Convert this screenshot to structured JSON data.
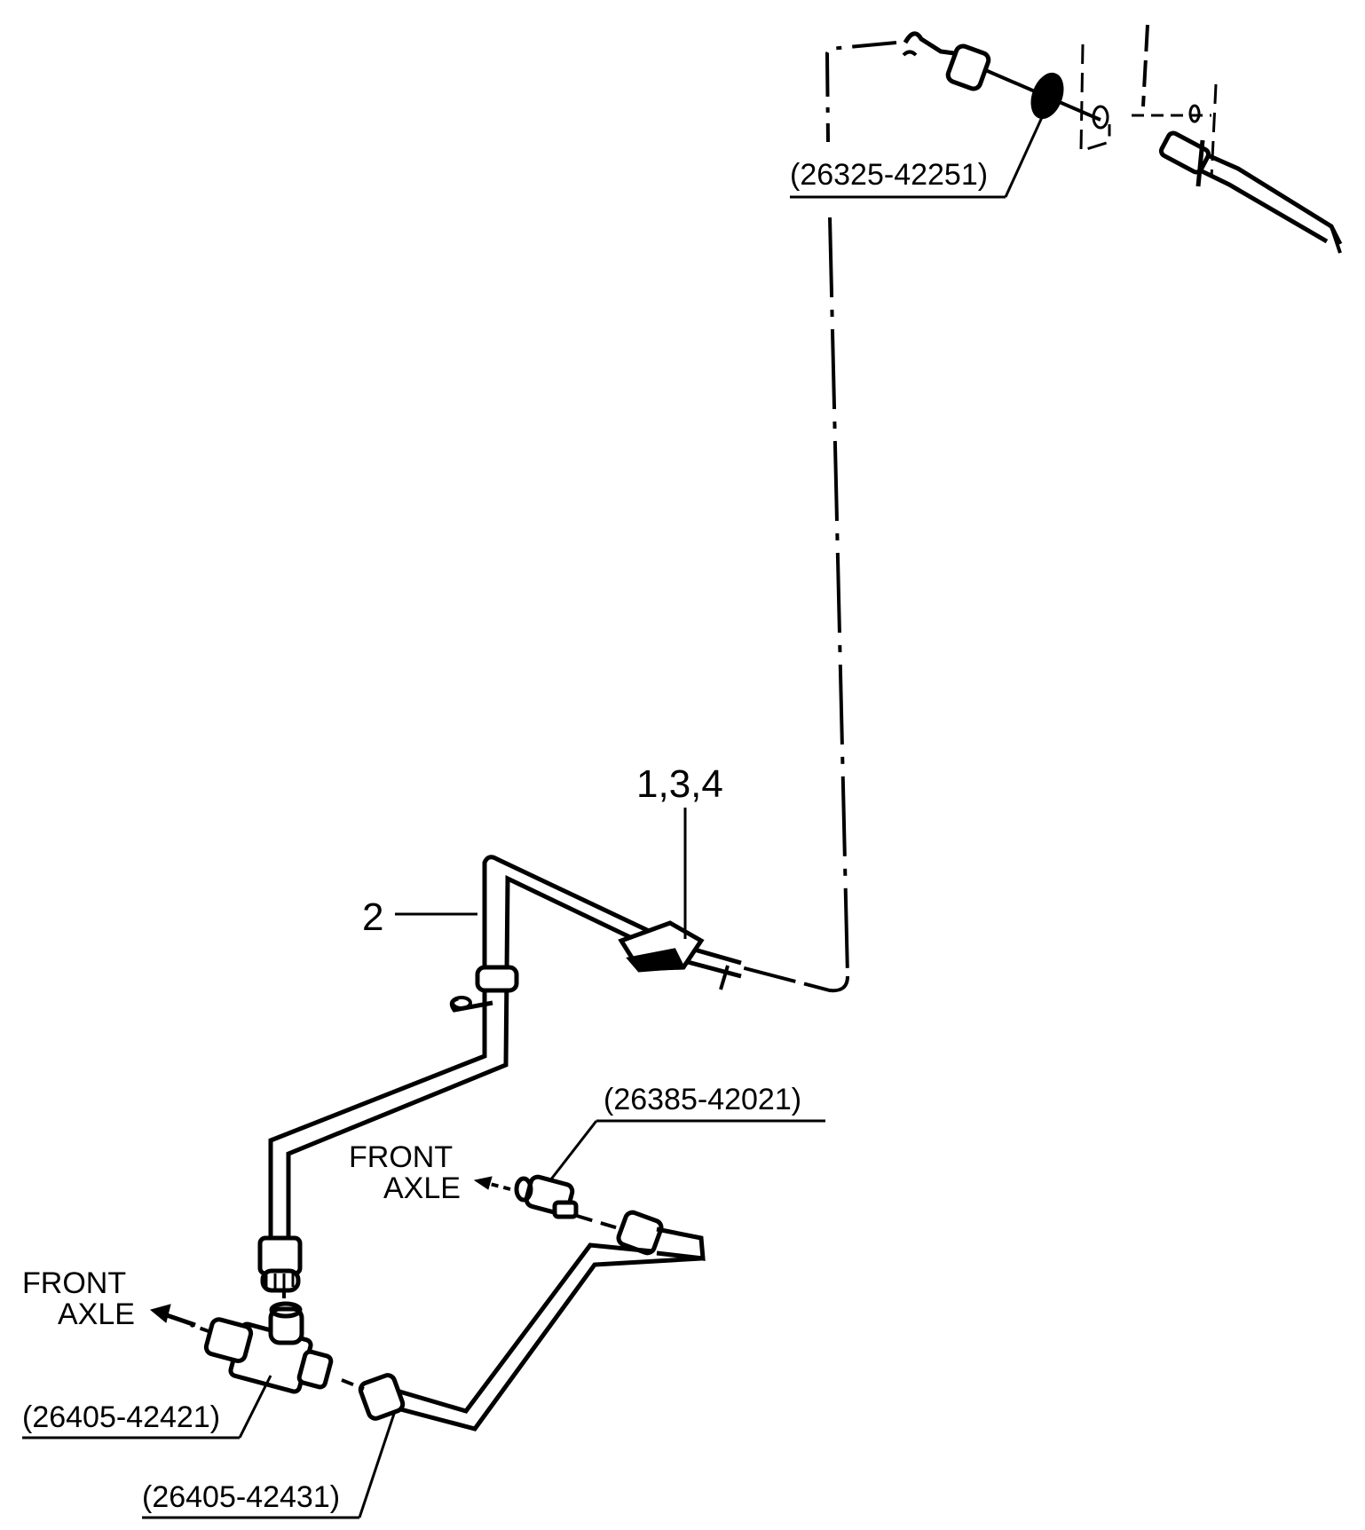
{
  "colors": {
    "ink": "#000000",
    "background": "#ffffff"
  },
  "callouts": [
    {
      "id": "c1",
      "text": "1,3,4"
    },
    {
      "id": "c2",
      "text": "2"
    }
  ],
  "part_numbers": [
    {
      "id": "p1",
      "text": "(26325-42251)"
    },
    {
      "id": "p2",
      "text": "(26385-42021)"
    },
    {
      "id": "p3",
      "text": "(26405-42421)"
    },
    {
      "id": "p4",
      "text": "(26405-42431)"
    }
  ],
  "direction_labels": [
    {
      "id": "d1",
      "lines": [
        "FRONT",
        "AXLE"
      ]
    },
    {
      "id": "d2",
      "lines": [
        "FRONT",
        "AXLE"
      ]
    }
  ]
}
